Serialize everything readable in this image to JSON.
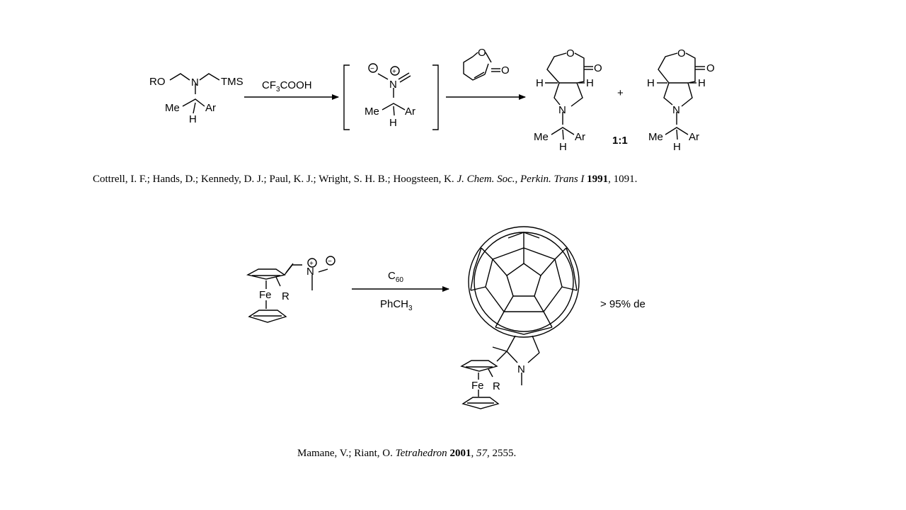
{
  "scheme1": {
    "reactant": {
      "ro": "RO",
      "n": "N",
      "tms": "TMS",
      "me": "Me",
      "h": "H",
      "ar": "Ar"
    },
    "reagent": {
      "cf3": "CF",
      "sub3": "3",
      "cooh": "COOH"
    },
    "intermediate": {
      "minus": "−",
      "plus": "+",
      "n": "N",
      "me": "Me",
      "h": "H",
      "ar": "Ar"
    },
    "dipolarophile": {
      "o_ring": "O",
      "o_carbonyl": "O"
    },
    "product1": {
      "o_ring": "O",
      "o_carbonyl": "O",
      "h_left": "H",
      "h_right": "H",
      "n": "N",
      "me": "Me",
      "h": "H",
      "ar": "Ar"
    },
    "plus_sign": "+",
    "product2": {
      "o_ring": "O",
      "o_carbonyl": "O",
      "h_left": "H",
      "h_right": "H",
      "n": "N",
      "me": "Me",
      "h": "H",
      "ar": "Ar"
    },
    "ratio": "1:1"
  },
  "reference1": {
    "authors": "Cottrell, I. F.; Hands, D.; Kennedy, D. J.; Paul, K. J.; Wright, S. H. B.; Hoogsteen, K.",
    "journal": "J. Chem. Soc., Perkin. Trans I",
    "year": "1991",
    "pages": ", 1091."
  },
  "scheme2": {
    "reactant": {
      "plus": "+",
      "minus": "−",
      "n": "N",
      "fe": "Fe",
      "r": "R"
    },
    "reagent_top": {
      "c": "C",
      "sub": "60"
    },
    "reagent_bottom": {
      "phch": "PhCH",
      "sub": "3"
    },
    "product": {
      "n": "N",
      "fe": "Fe",
      "r": "R"
    },
    "selectivity": "> 95% de"
  },
  "reference2": {
    "authors": "Mamane, V.; Riant, O.",
    "journal": "Tetrahedron",
    "year": "2001",
    "volume": "57",
    "pages": ", 2555."
  }
}
